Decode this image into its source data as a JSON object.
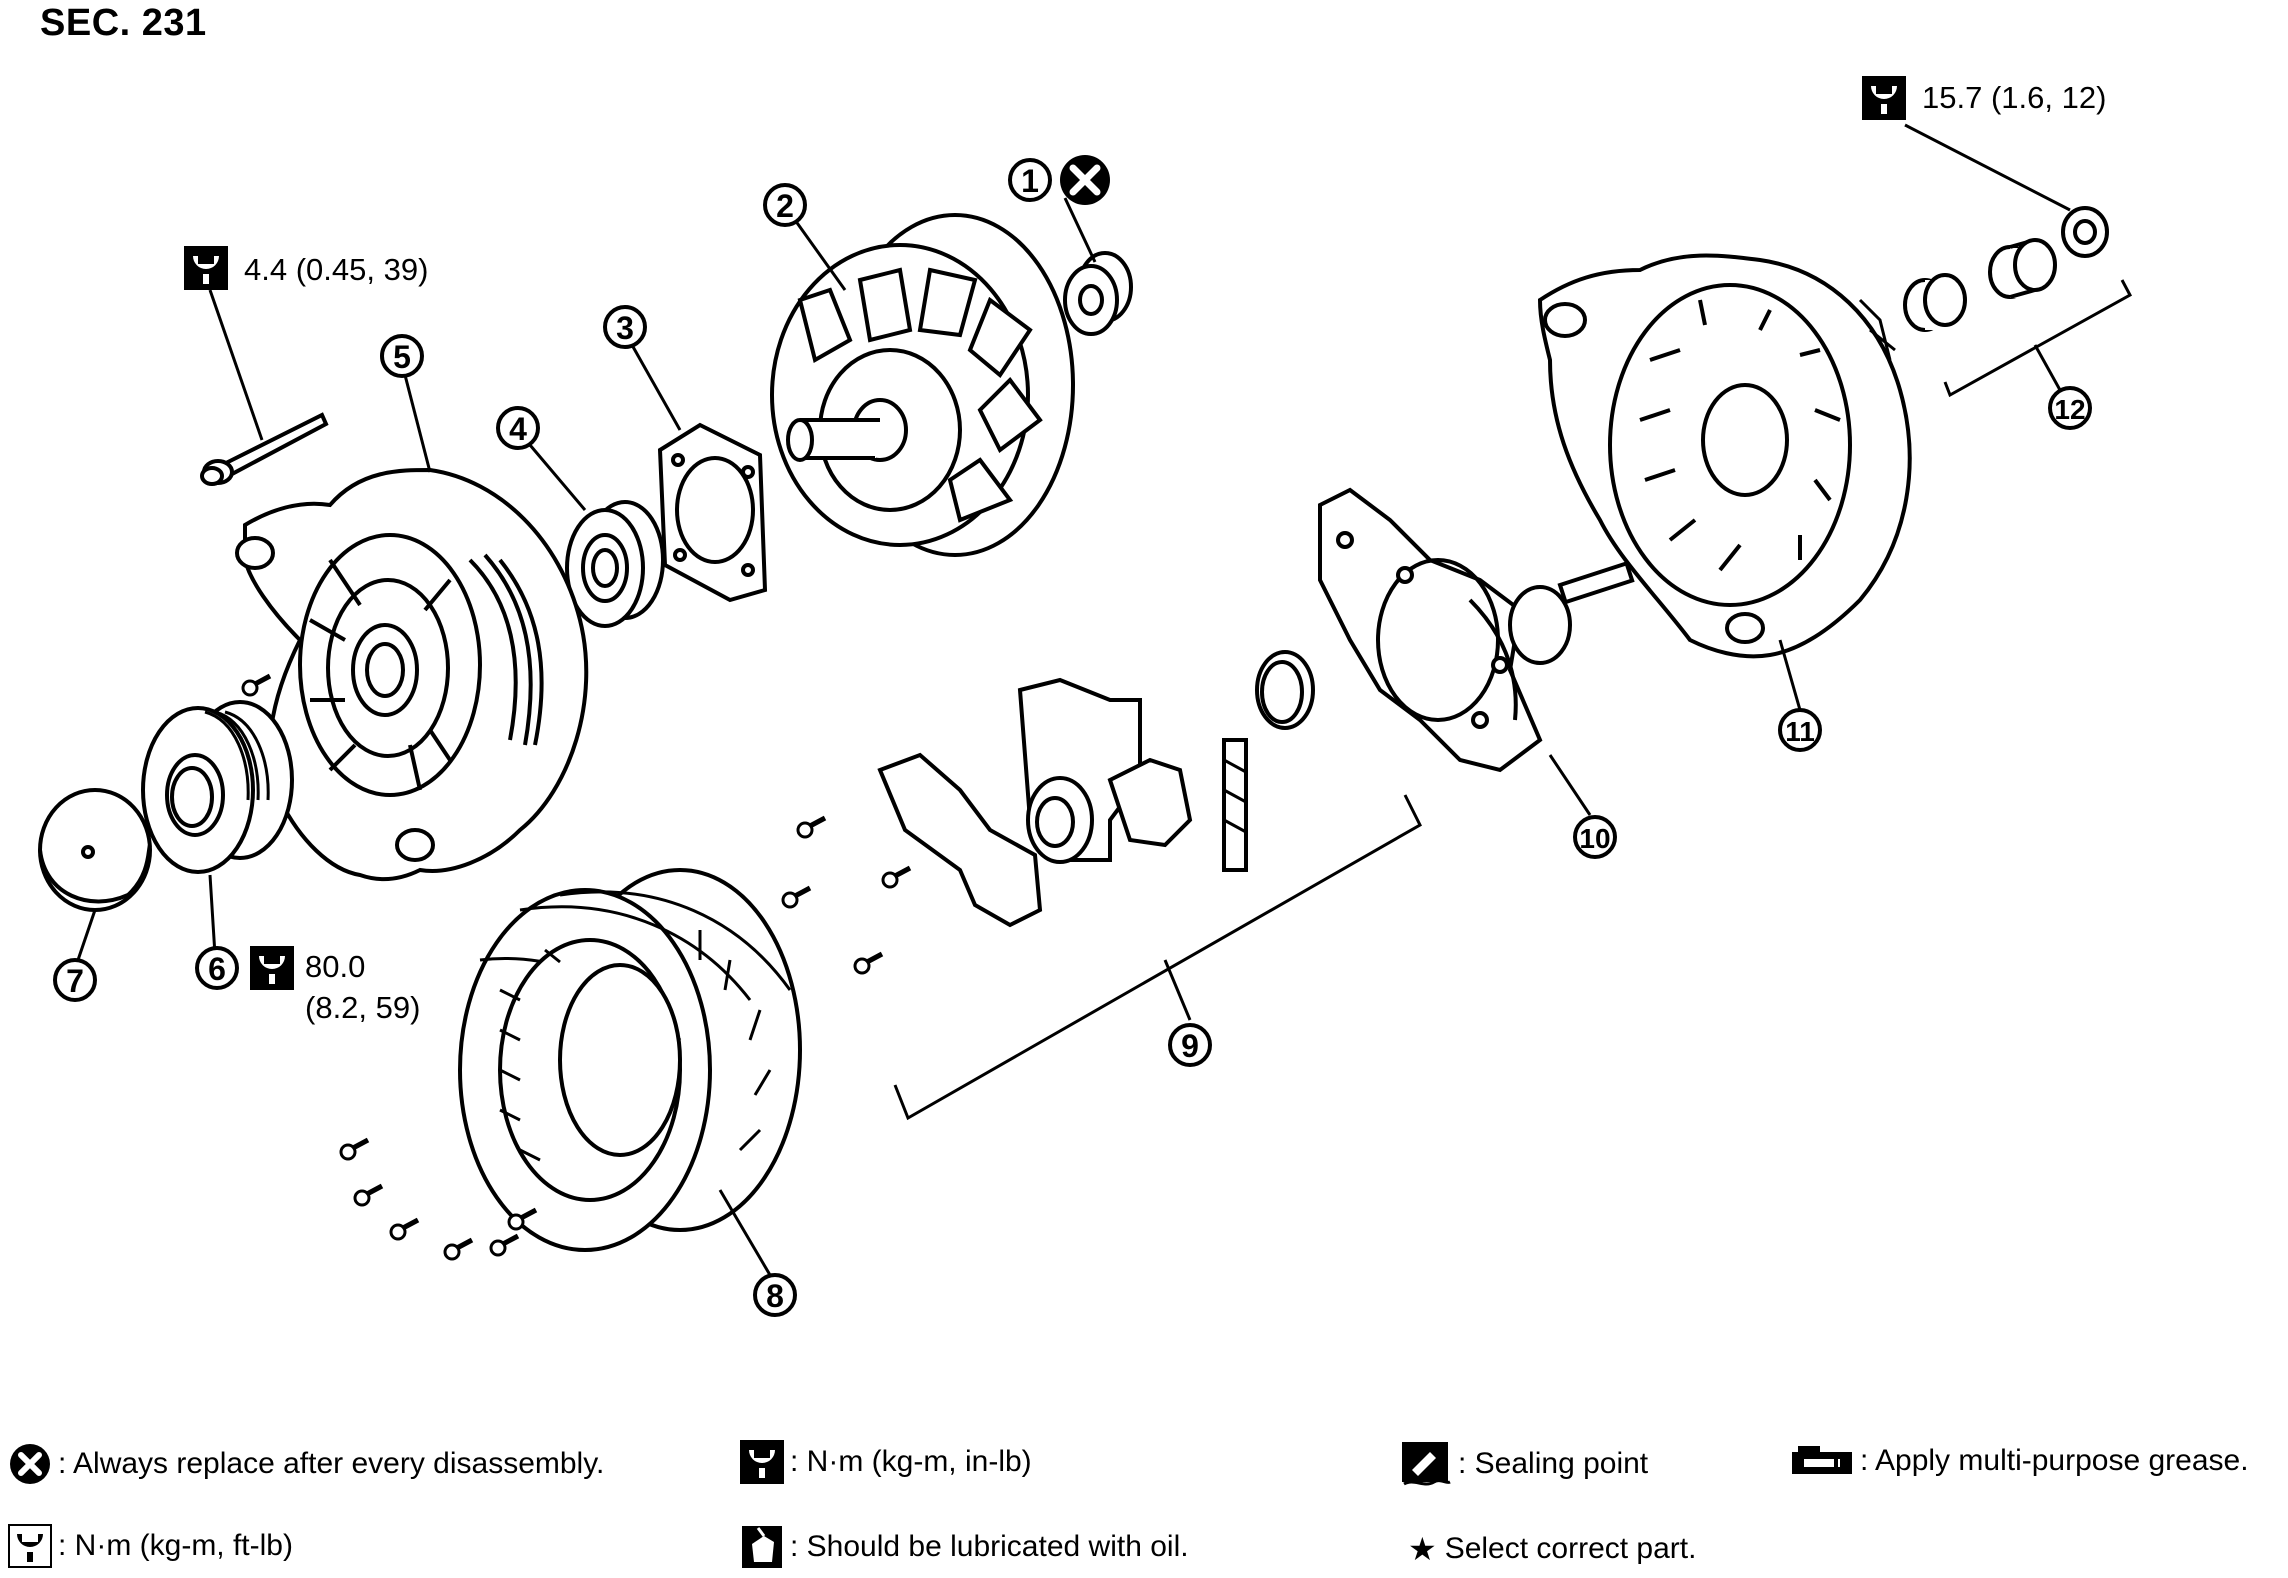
{
  "section_label": "SEC. 231",
  "callouts": {
    "c1": "1",
    "c2": "2",
    "c3": "3",
    "c4": "4",
    "c5": "5",
    "c6": "6",
    "c7": "7",
    "c8": "8",
    "c9": "9",
    "c10": "10",
    "c11": "11",
    "c12": "12"
  },
  "torques": {
    "bolt_top_left": "4.4 (0.45, 39)",
    "pulley_nut_line1": "80.0",
    "pulley_nut_line2": "(8.2, 59)",
    "terminal_nut": "15.7 (1.6, 12)"
  },
  "legend": {
    "always_replace": ": Always replace after every disassembly.",
    "nm_kgm_inlb": ": N·m (kg-m, in-lb)",
    "sealing_point": ": Sealing point",
    "multi_purpose_grease": ": Apply multi-purpose grease.",
    "nm_kgm_ftlb": ": N·m (kg-m, ft-lb)",
    "lubricate_oil": ": Should be lubricated with oil.",
    "select_part": "Select correct part."
  },
  "icons": [
    "replace-x-icon",
    "torque-wrench-icon",
    "sealing-point-icon",
    "grease-icon",
    "oil-can-icon",
    "star-icon"
  ]
}
